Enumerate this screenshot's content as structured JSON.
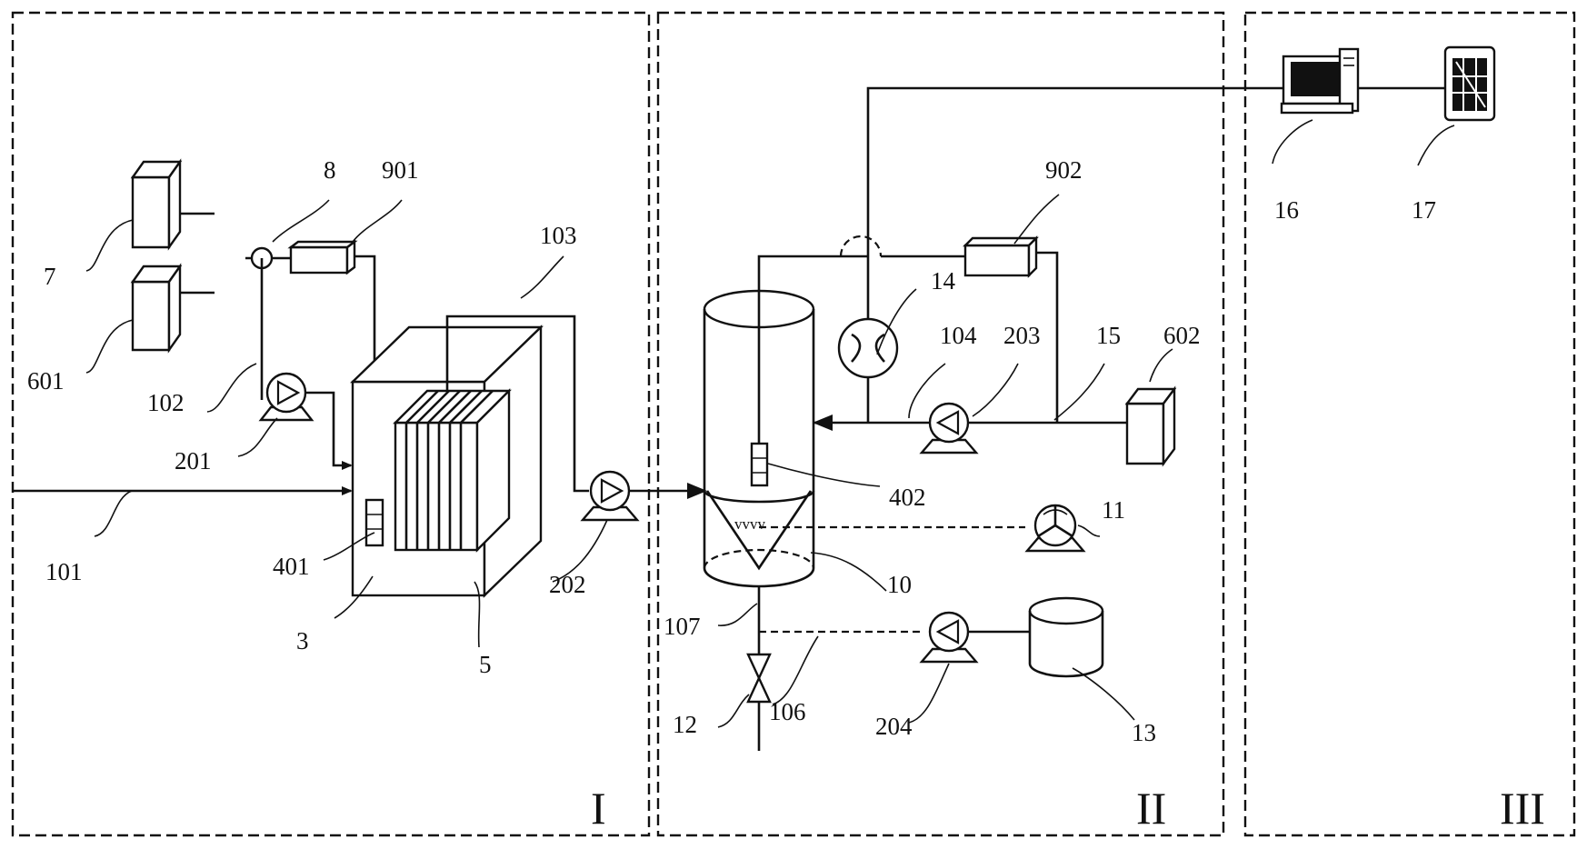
{
  "sections": [
    "I",
    "II",
    "III"
  ],
  "labels": {
    "l7": "7",
    "l601": "601",
    "l8": "8",
    "l901": "901",
    "l102": "102",
    "l201": "201",
    "l101": "101",
    "l103": "103",
    "l401": "401",
    "l3": "3",
    "l5": "5",
    "l202": "202",
    "l107": "107",
    "l12": "12",
    "l106": "106",
    "l204": "204",
    "l13": "13",
    "l10": "10",
    "l11": "11",
    "l402": "402",
    "l14": "14",
    "l104": "104",
    "l203": "203",
    "l15": "15",
    "l602": "602",
    "l902": "902",
    "l16": "16",
    "l17": "17"
  }
}
